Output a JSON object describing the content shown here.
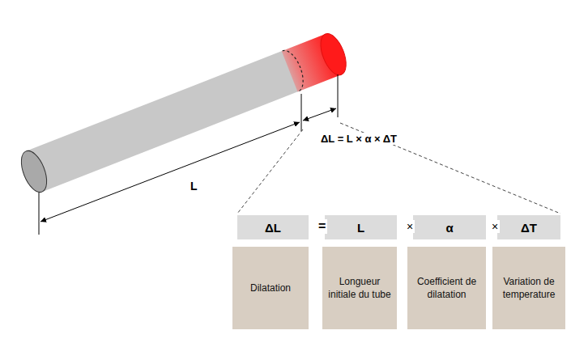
{
  "diagram": {
    "nodes": [
      {
        "text": [
          "ΔL"
        ]
      },
      {
        "text": [
          "L"
        ]
      },
      {
        "text": [
          "α"
        ]
      },
      {
        "text": [
          "ΔT"
        ]
      },
      {
        "text": [
          "Dilatation"
        ]
      },
      {
        "text": [
          "Longueur initiale du tube"
        ]
      },
      {
        "text": [
          "Coefficient de dilatation"
        ]
      },
      {
        "text": [
          "Variation de temperature"
        ]
      }
    ],
    "labels": [
      "L",
      "ΔL = L × α × ΔT",
      "=",
      "×",
      "×"
    ]
  }
}
